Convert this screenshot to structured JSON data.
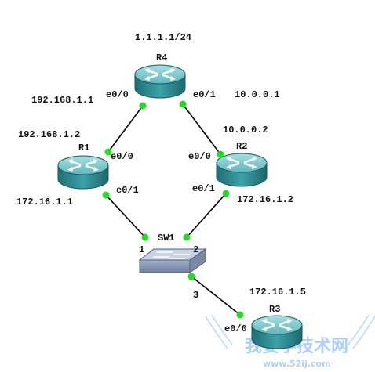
{
  "diagram": {
    "devices": {
      "r4": {
        "name": "R4",
        "loopback": "1.1.1.1/24"
      },
      "r1": {
        "name": "R1"
      },
      "r2": {
        "name": "R2"
      },
      "r3": {
        "name": "R3"
      },
      "sw1": {
        "name": "SW1"
      }
    },
    "links": {
      "r4_r1": {
        "r4_port": "e0/0",
        "r4_ip": "192.168.1.1",
        "r1_port": "e0/0",
        "r1_ip": "192.168.1.2"
      },
      "r4_r2": {
        "r4_port": "e0/1",
        "r4_ip": "10.0.0.1",
        "r2_port": "e0/0",
        "r2_ip": "10.0.0.2"
      },
      "r1_sw1": {
        "r1_port": "e0/1",
        "r1_ip": "172.16.1.1",
        "sw_port": "1"
      },
      "r2_sw1": {
        "r2_port": "e0/1",
        "r2_ip": "172.16.1.2",
        "sw_port": "2"
      },
      "r3_sw1": {
        "r3_port": "e0/0",
        "r3_ip": "172.16.1.5",
        "sw_port": "3"
      }
    },
    "colors": {
      "router_body": "#2f8f96",
      "router_top": "#7ec9cf",
      "link": "#000000",
      "port_dot": "#22dd22",
      "switch_body": "#8a9bb8"
    },
    "watermark": {
      "main": "我要学技术网",
      "url": "www.52ij.com"
    }
  }
}
